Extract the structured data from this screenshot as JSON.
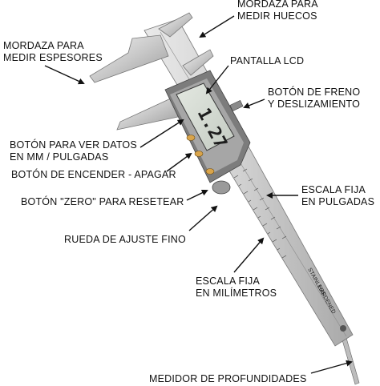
{
  "image": {
    "subject": "digital-caliper",
    "caliper_printed_text": {
      "lcd_reading": "1.27",
      "beam_brand": [
        "STAINLESS",
        "HARDENED"
      ]
    }
  },
  "labels": {
    "mordaza_huecos": [
      "MORDAZA PARA",
      "MEDIR HUECOS"
    ],
    "mordaza_espesores": [
      "MORDAZA PARA",
      "MEDIR ESPESORES"
    ],
    "pantalla_lcd": [
      "PANTALLA LCD"
    ],
    "boton_freno": [
      "BOTÓN DE FRENO",
      "Y DESLIZAMIENTO"
    ],
    "boton_ver_datos": [
      "BOTÓN PARA VER DATOS",
      "EN MM / PULGADAS"
    ],
    "boton_encender": [
      "BOTÓN DE ENCENDER - APAGAR"
    ],
    "boton_zero": [
      "BOTÓN \"ZERO\" PARA RESETEAR"
    ],
    "escala_pulgadas": [
      "ESCALA FIJA",
      "EN PULGADAS"
    ],
    "rueda_ajuste": [
      "RUEDA DE AJUSTE FINO"
    ],
    "escala_milimetros": [
      "ESCALA FIJA",
      "EN MILÍMETROS"
    ],
    "medidor_profundidades": [
      "MEDIDOR DE PROFUNDIDADES"
    ]
  }
}
